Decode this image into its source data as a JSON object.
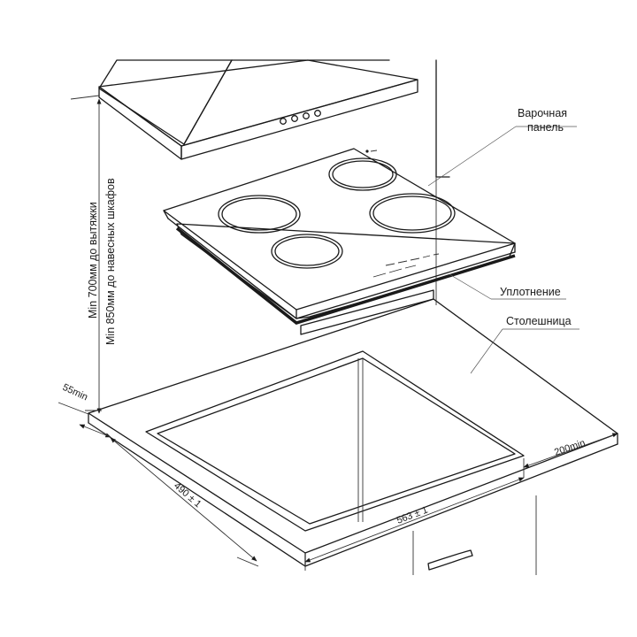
{
  "labels": {
    "hob_panel_line1": "Варочная",
    "hob_panel_line2": "панель",
    "seal": "Уплотнение",
    "countertop": "Столешница"
  },
  "dimensions": {
    "min_hood": "Min 700мм до вытяжки",
    "min_cabinets": "Min 850мм до навесных шкафов",
    "front_gap": "55min",
    "side_gap": "200min",
    "cutout_depth": "490 ± 1",
    "cutout_width": "563 ± 1"
  },
  "colors": {
    "line": "#1a1a1a",
    "background": "#ffffff"
  }
}
